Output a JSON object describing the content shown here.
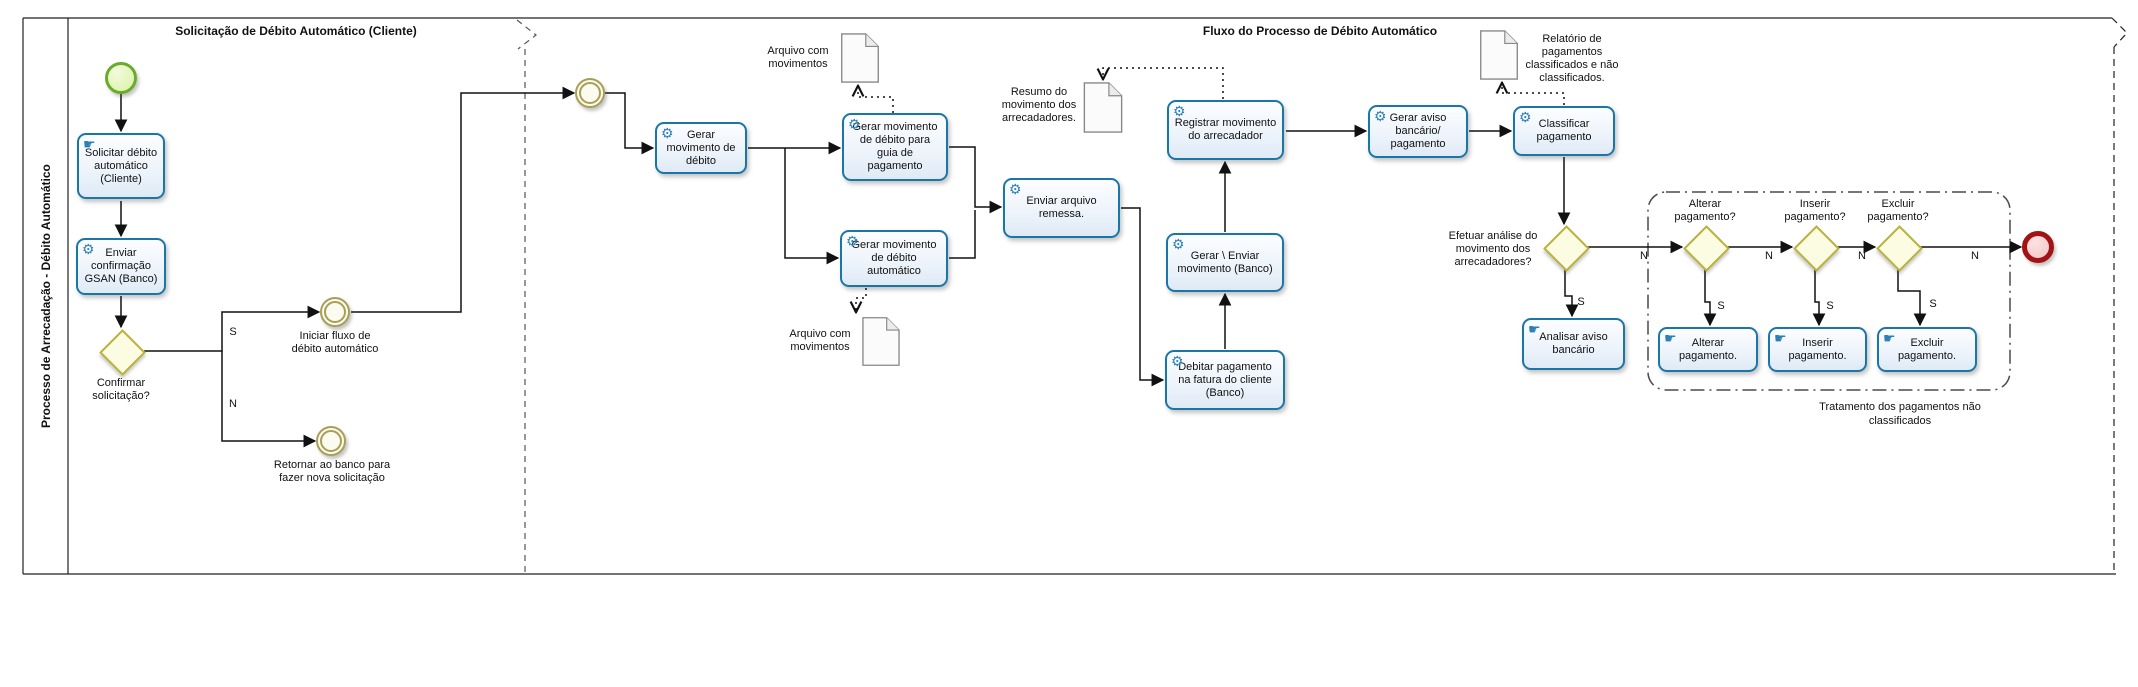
{
  "pool": {
    "label": "Processo de Arrecadação - Débito Automático"
  },
  "sections": {
    "left_title": "Solicitação de Débito Automático (Cliente)",
    "right_title": "Fluxo do Processo de Débito Automático"
  },
  "icons": {
    "service_task": "⚙",
    "manual_task": "☛"
  },
  "events": {
    "iniciar": "Iniciar fluxo de débito automático",
    "retornar": "Retornar ao banco para fazer nova solicitação"
  },
  "gateways": {
    "confirmar": "Confirmar solicitação?",
    "efetuar": "Efetuar análise do movimento dos arrecadadores?",
    "alterar": "Alterar pagamento?",
    "inserir": "Inserir pagamento?",
    "excluir": "Excluir pagamento?"
  },
  "tasks": {
    "solicitar": "Solicitar débito automático (Cliente)",
    "enviar_confirmacao": "Enviar confirmação GSAN (Banco)",
    "gerar_movimento": "Gerar movimento de débito",
    "gerar_guia": "Gerar movimento de débito para guia de pagamento",
    "gerar_automatico": "Gerar movimento de débito automático",
    "enviar_remessa": "Enviar arquivo remessa.",
    "registrar": "Registrar movimento do arrecadador",
    "gerar_enviar": "Gerar \\ Enviar movimento (Banco)",
    "debitar": "Debitar pagamento na fatura do cliente (Banco)",
    "gerar_aviso": "Gerar aviso bancário/ pagamento",
    "classificar": "Classificar pagamento",
    "analisar": "Analisar aviso bancário",
    "alterar": "Alterar pagamento.",
    "inserir": "Inserir pagamento.",
    "excluir": "Excluir pagamento."
  },
  "documents": {
    "arquivo_top": "Arquivo com movimentos",
    "arquivo_bottom": "Arquivo com movimentos",
    "resumo": "Resumo do movimento dos arrecadadores.",
    "relatorio": "Relatório de pagamentos classificados e não classificados."
  },
  "group": {
    "label": "Tratamento dos pagamentos não classificados"
  },
  "branch": {
    "yes": "S",
    "no": "N"
  },
  "colors": {
    "task_border": "#1b76a8",
    "task_fill": "#e8f1fa",
    "gateway_border": "#b9b23c",
    "gateway_fill": "#fcfce3",
    "start_border": "#6aaa2d",
    "start_fill": "#e3f6bb",
    "link_border": "#a89f55",
    "link_fill": "#fcfbf0",
    "end_border": "#a21316",
    "end_fill": "#f3c3c3",
    "icon_blue": "#2d7fb8",
    "line": "#111111"
  }
}
